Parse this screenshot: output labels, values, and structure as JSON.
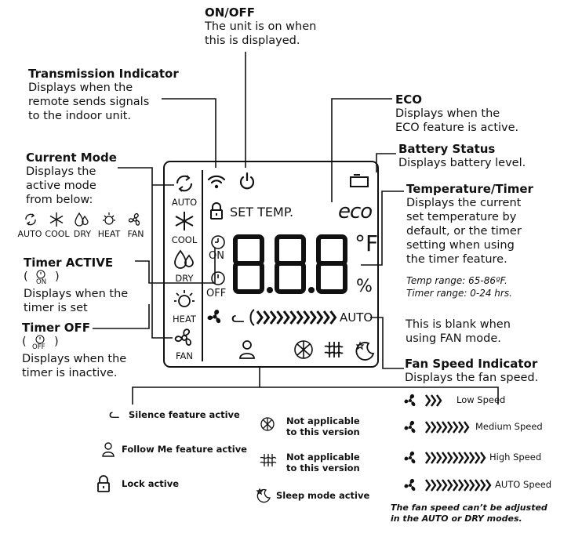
{
  "callouts": {
    "onoff": {
      "title": "ON/OFF",
      "desc": [
        "The unit is on when",
        "this is displayed."
      ]
    },
    "transmission": {
      "title": "Transmission Indicator",
      "desc": [
        "Displays when the",
        "remote sends signals",
        "to the indoor unit."
      ]
    },
    "eco": {
      "title": "ECO",
      "desc": [
        "Displays when the",
        "ECO feature is active."
      ]
    },
    "battery": {
      "title": "Battery Status",
      "desc": [
        "Displays battery level."
      ]
    },
    "current_mode": {
      "title": "Current Mode",
      "desc": [
        "Displays the",
        "active mode",
        "from below:"
      ]
    },
    "temp_timer": {
      "title": "Temperature/Timer",
      "desc": [
        "Displays the current",
        "set temperature by",
        "default, or the timer",
        "setting when using",
        "the timer feature."
      ]
    },
    "ranges": [
      "Temp range: 65-86ºF.",
      "Timer range: 0-24 hrs."
    ],
    "timer_active": {
      "title": "Timer ACTIVE",
      "desc": [
        "Displays when the",
        "timer is set"
      ],
      "icon_label": "ON"
    },
    "timer_off": {
      "title": "Timer OFF",
      "desc": [
        "Displays when the",
        "timer is inactive."
      ],
      "icon_label": "OFF"
    },
    "auto_note": [
      "This is blank when",
      "using FAN mode."
    ],
    "fan_speed": {
      "title": "Fan Speed Indicator",
      "desc": [
        "Displays the fan speed."
      ]
    }
  },
  "mode_row": [
    "AUTO",
    "COOL",
    "DRY",
    "HEAT",
    "FAN"
  ],
  "display": {
    "modes": [
      "AUTO",
      "COOL",
      "DRY",
      "HEAT",
      "FAN"
    ],
    "set_temp": "SET TEMP.",
    "digits": "8.8.8",
    "unit": "°F",
    "percent": "%",
    "timer_on": "ON",
    "timer_off": "OFF",
    "auto": "AUTO",
    "eco": "eco"
  },
  "legend": {
    "silence": "Silence feature active",
    "follow_me": "Follow Me feature active",
    "lock": "Lock active",
    "na1": [
      "Not applicable",
      "to this version"
    ],
    "na2": [
      "Not applicable",
      "to this version"
    ],
    "sleep": "Sleep mode active"
  },
  "fan_speeds": [
    {
      "label": "Low Speed",
      "chevrons": 3
    },
    {
      "label": "Medium Speed",
      "chevrons": 8
    },
    {
      "label": "High Speed",
      "chevrons": 11
    },
    {
      "label": "AUTO Speed",
      "chevrons": 12
    }
  ],
  "footnote": [
    "The fan speed can’t be adjusted",
    "in the AUTO or DRY modes."
  ]
}
